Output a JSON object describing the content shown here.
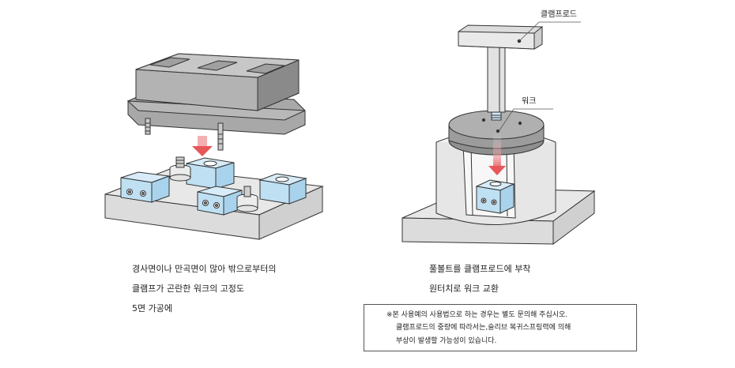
{
  "left_caption": {
    "line1": "경사면이나 만곡면이 많아 밖으로부터의",
    "line2": "클램프가 곤란한 워크의 고정도",
    "line3": "5면 가공에"
  },
  "right_caption": {
    "line1": "풀볼트를 클램프로드에 부착",
    "line2": "원터치로 워크 교환"
  },
  "callouts": {
    "clamp_rod": "클램프로드",
    "work": "워크"
  },
  "note": {
    "line1": "※본 사용예의 사용법으로 하는 경우는 별도 문의해 주십시오.",
    "line2": "클램프로드의 중량에 따라서는,슬리브 복귀스프링력에 의해",
    "line3": "부상이 발생할 가능성이 있습니다."
  },
  "colors": {
    "fixture_blue": "#bfe0f2",
    "arrow_red": "#e8575a",
    "base_gray": "#e3e3e3",
    "work_gray": "#9c9c9c",
    "outline": "#333333"
  }
}
